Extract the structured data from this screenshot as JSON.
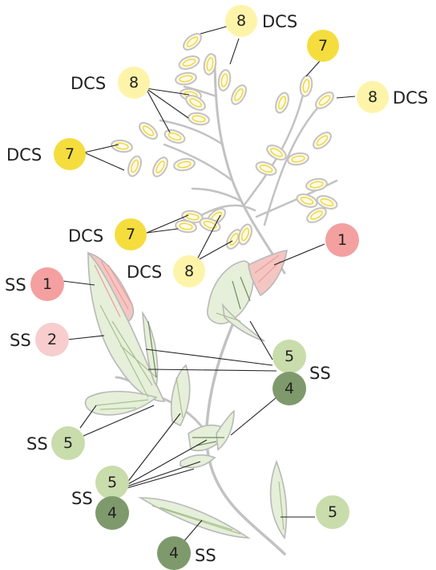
{
  "colors": {
    "stage_1": "#f4a0a0",
    "stage_2": "#f7cdcd",
    "stage_4": "#7e9a6c",
    "stage_5": "#c9dcab",
    "stage_7": "#f5dd3e",
    "stage_8": "#fdf4a9",
    "stem": "#c2c2c2",
    "leader": "#222222"
  },
  "labels": {
    "dcs_8_top": {
      "number": "8",
      "tag": "DCS"
    },
    "dcs_7_top": {
      "number": "7",
      "tag": ""
    },
    "dcs_8_right": {
      "number": "8",
      "tag": "DCS"
    },
    "dcs_8_left": {
      "number": "8",
      "tag": "DCS"
    },
    "dcs_7_left": {
      "number": "7",
      "tag": "DCS"
    },
    "dcs_7_mid": {
      "number": "7",
      "tag": "DCS"
    },
    "dcs_8_mid": {
      "number": "8",
      "tag": "DCS"
    },
    "stage_1_right": {
      "number": "1",
      "tag": ""
    },
    "ss_1": {
      "number": "1",
      "tag": "SS"
    },
    "ss_2": {
      "number": "2",
      "tag": "SS"
    },
    "ss_5_mid": {
      "number": "5",
      "tag": ""
    },
    "ss_4_mid": {
      "number": "4",
      "tag": "SS"
    },
    "ss_5_left": {
      "number": "5",
      "tag": "SS"
    },
    "ss_5_low": {
      "number": "5",
      "tag": "SS"
    },
    "ss_4_low": {
      "number": "4",
      "tag": ""
    },
    "stage_5_right": {
      "number": "5",
      "tag": ""
    },
    "ss_4_bottom": {
      "number": "4",
      "tag": "SS"
    }
  }
}
